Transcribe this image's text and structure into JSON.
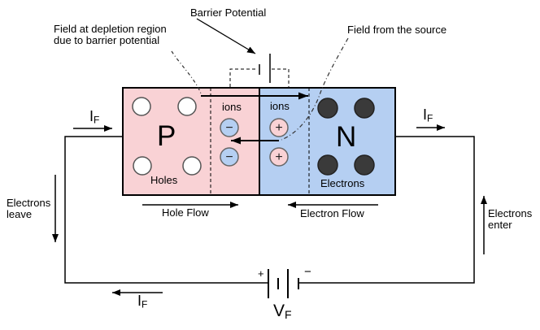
{
  "labels": {
    "field_depletion_line1": "Field at depletion region",
    "field_depletion_line2": "due to barrier potential",
    "barrier_potential": "Barrier Potential",
    "field_source": "Field from the source"
  },
  "junction": {
    "p_region": "P",
    "n_region": "N",
    "holes": "Holes",
    "electrons": "Electrons",
    "ions_p_side": "ions",
    "ions_n_side": "ions",
    "negative_ion_symbol": "−",
    "positive_ion_symbol": "+"
  },
  "flows": {
    "hole_flow": "Hole Flow",
    "electron_flow": "Electron Flow",
    "electrons_leave_line1": "Electrons",
    "electrons_leave_line2": "leave",
    "electrons_enter_line1": "Electrons",
    "electrons_enter_line2": "enter"
  },
  "circuit": {
    "current_main": "I",
    "current_sub": "F",
    "voltage_main": "V",
    "voltage_sub": "F",
    "battery_plus": "+",
    "battery_minus": "−"
  },
  "colors": {
    "p_region": "#f9d2d5",
    "n_region": "#b5cff2",
    "electron_fill": "#3a3a3a",
    "outline": "#000000"
  }
}
